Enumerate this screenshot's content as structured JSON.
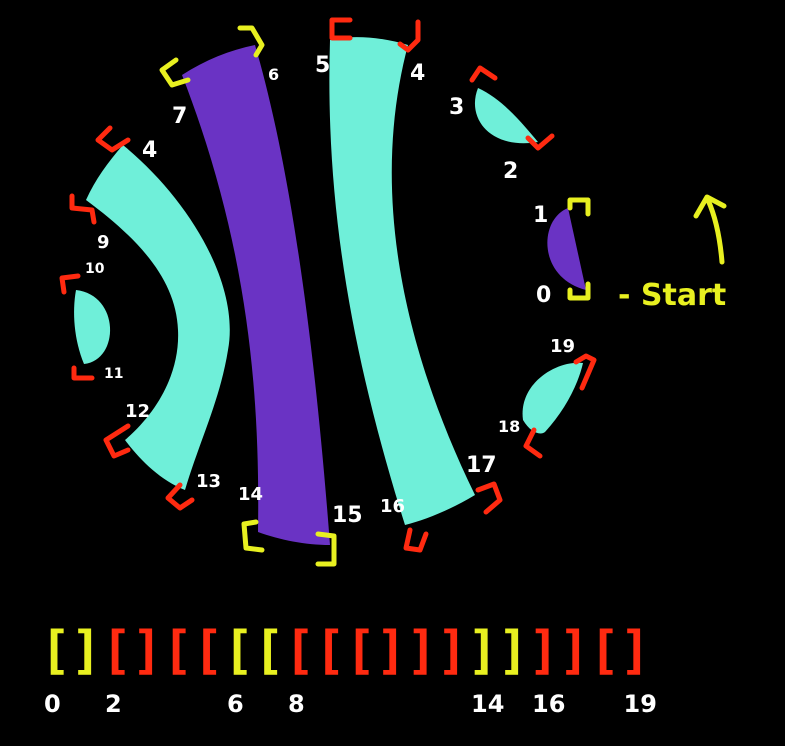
{
  "colors": {
    "background": "#000000",
    "teal": "#6fefd9",
    "purple": "#6a33c4",
    "red_bracket": "#ff2a10",
    "yellow_bracket": "#e8f020",
    "label": "#ffffff"
  },
  "circle_labels": {
    "l0": "0",
    "l1": "1",
    "l2": "2",
    "l3": "3",
    "l4a": "4",
    "l5": "5",
    "l6": "6",
    "l7": "7",
    "l4b": "4",
    "l9": "9",
    "l10": "10",
    "l11": "11",
    "l12": "12",
    "l13": "13",
    "l14": "14",
    "l15": "15",
    "l16": "16",
    "l17": "17",
    "l18": "18",
    "l19": "19"
  },
  "start_label": "- Start",
  "sequence": {
    "brackets": [
      "[",
      "]",
      "[",
      "]",
      "[",
      "[",
      "[",
      "[",
      "[",
      "[",
      "[",
      "]",
      "]",
      "]",
      "]",
      "]",
      "]",
      "]",
      "[",
      "]"
    ],
    "bracket_colors": [
      "yellow",
      "yellow",
      "red",
      "red",
      "red",
      "red",
      "yellow",
      "yellow",
      "red",
      "red",
      "red",
      "red",
      "red",
      "red",
      "yellow",
      "yellow",
      "red",
      "red",
      "red",
      "red"
    ],
    "index_labels": [
      "0",
      "2",
      "6",
      "8",
      "14",
      "16",
      "19"
    ]
  }
}
